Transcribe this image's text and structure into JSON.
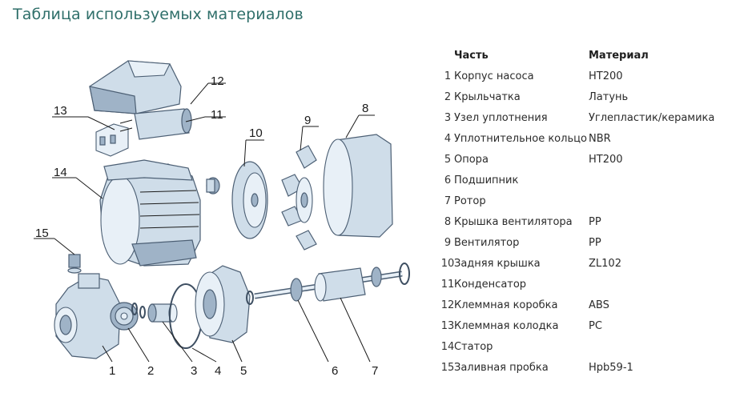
{
  "title": "Таблица используемых материалов",
  "table": {
    "header": {
      "part": "Часть",
      "material": "Материал"
    },
    "rows": [
      {
        "num": "1",
        "part": "Корпус насоса",
        "material": "HT200"
      },
      {
        "num": "2",
        "part": "Крыльчатка",
        "material": "Латунь"
      },
      {
        "num": "3",
        "part": "Узел уплотнения",
        "material": "Углепластик/керамика"
      },
      {
        "num": "4",
        "part": "Уплотнительное кольцо",
        "material": "NBR"
      },
      {
        "num": "5",
        "part": "Опора",
        "material": "HT200"
      },
      {
        "num": "6",
        "part": "Подшипник",
        "material": ""
      },
      {
        "num": "7",
        "part": "Ротор",
        "material": ""
      },
      {
        "num": "8",
        "part": "Крышка вентилятора",
        "material": "PP"
      },
      {
        "num": "9",
        "part": "Вентилятор",
        "material": "PP"
      },
      {
        "num": "10",
        "part": "Задняя крышка",
        "material": "ZL102"
      },
      {
        "num": "11",
        "part": "Конденсатор",
        "material": ""
      },
      {
        "num": "12",
        "part": "Клеммная коробка",
        "material": "ABS"
      },
      {
        "num": "13",
        "part": "Клеммная колодка",
        "material": "PC"
      },
      {
        "num": "14",
        "part": "Статор",
        "material": ""
      },
      {
        "num": "15",
        "part": "Заливная пробка",
        "material": "Hpb59-1"
      }
    ]
  },
  "diagram": {
    "labels": [
      "1",
      "2",
      "3",
      "4",
      "5",
      "6",
      "7",
      "8",
      "9",
      "10",
      "11",
      "12",
      "13",
      "14",
      "15"
    ]
  },
  "colors": {
    "title": "#2f6f6a",
    "text": "#2b2b2b",
    "part_fill": "#cfdde9",
    "part_stroke": "#4c5f74"
  }
}
